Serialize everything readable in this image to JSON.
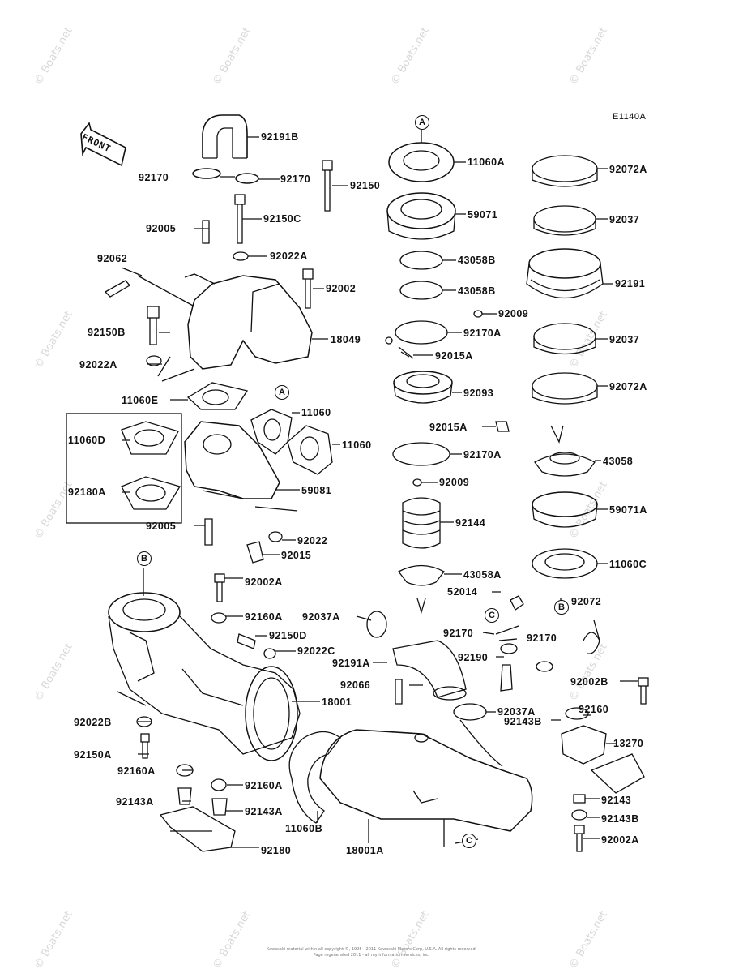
{
  "diagram_code": "E1140A",
  "front_label": "FRONT",
  "watermark": "© Boats.net",
  "copyright_line1": "Kawasaki material within all copyright ©, 1995 - 2011 Kawasaki Motors Corp, U.S.A. All rights reserved.",
  "copyright_line2": "Page regenerated 2011 - all my information services, inc.",
  "refs": {
    "a_top": "A",
    "a_mid": "A",
    "b_left": "B",
    "b_right": "B",
    "c_mid": "C",
    "c_bottom": "C"
  },
  "parts": [
    {
      "id": "p1",
      "label": "92191B"
    },
    {
      "id": "p2",
      "label": "92170"
    },
    {
      "id": "p3",
      "label": "92170"
    },
    {
      "id": "p4",
      "label": "92150"
    },
    {
      "id": "p5",
      "label": "92005"
    },
    {
      "id": "p6",
      "label": "92150C"
    },
    {
      "id": "p7",
      "label": "92062"
    },
    {
      "id": "p8",
      "label": "92022A"
    },
    {
      "id": "p9",
      "label": "92002"
    },
    {
      "id": "p10",
      "label": "92150B"
    },
    {
      "id": "p11",
      "label": "18049"
    },
    {
      "id": "p12",
      "label": "92022A"
    },
    {
      "id": "p13",
      "label": "11060E"
    },
    {
      "id": "p14",
      "label": "11060"
    },
    {
      "id": "p15",
      "label": "11060D"
    },
    {
      "id": "p16",
      "label": "11060"
    },
    {
      "id": "p17",
      "label": "92180A"
    },
    {
      "id": "p18",
      "label": "59081"
    },
    {
      "id": "p19",
      "label": "92005"
    },
    {
      "id": "p20",
      "label": "92022"
    },
    {
      "id": "p21",
      "label": "92015"
    },
    {
      "id": "p22",
      "label": "11060A"
    },
    {
      "id": "p23",
      "label": "59071"
    },
    {
      "id": "p24",
      "label": "43058B"
    },
    {
      "id": "p25",
      "label": "43058B"
    },
    {
      "id": "p26",
      "label": "92009"
    },
    {
      "id": "p27",
      "label": "92170A"
    },
    {
      "id": "p28",
      "label": "92015A"
    },
    {
      "id": "p29",
      "label": "92093"
    },
    {
      "id": "p30",
      "label": "92015A"
    },
    {
      "id": "p31",
      "label": "92170A"
    },
    {
      "id": "p32",
      "label": "92009"
    },
    {
      "id": "p33",
      "label": "92144"
    },
    {
      "id": "p34",
      "label": "43058A"
    },
    {
      "id": "p35",
      "label": "92072A"
    },
    {
      "id": "p36",
      "label": "92037"
    },
    {
      "id": "p37",
      "label": "92191"
    },
    {
      "id": "p38",
      "label": "92037"
    },
    {
      "id": "p39",
      "label": "92072A"
    },
    {
      "id": "p40",
      "label": "43058"
    },
    {
      "id": "p41",
      "label": "59071A"
    },
    {
      "id": "p42",
      "label": "11060C"
    },
    {
      "id": "p43",
      "label": "92072"
    },
    {
      "id": "p44",
      "label": "92002A"
    },
    {
      "id": "p45",
      "label": "92160A"
    },
    {
      "id": "p46",
      "label": "92150D"
    },
    {
      "id": "p47",
      "label": "92022C"
    },
    {
      "id": "p48",
      "label": "18001"
    },
    {
      "id": "p49",
      "label": "92022B"
    },
    {
      "id": "p50",
      "label": "92150A"
    },
    {
      "id": "p51",
      "label": "92160A"
    },
    {
      "id": "p52",
      "label": "92160A"
    },
    {
      "id": "p53",
      "label": "92143A"
    },
    {
      "id": "p54",
      "label": "92143A"
    },
    {
      "id": "p55",
      "label": "11060B"
    },
    {
      "id": "p56",
      "label": "92180"
    },
    {
      "id": "p57",
      "label": "18001A"
    },
    {
      "id": "p58",
      "label": "52014"
    },
    {
      "id": "p59",
      "label": "92037A"
    },
    {
      "id": "p60",
      "label": "92170"
    },
    {
      "id": "p61",
      "label": "92170"
    },
    {
      "id": "p62",
      "label": "92190"
    },
    {
      "id": "p63",
      "label": "92191A"
    },
    {
      "id": "p64",
      "label": "92066"
    },
    {
      "id": "p65",
      "label": "92037A"
    },
    {
      "id": "p66",
      "label": "92143B"
    },
    {
      "id": "p67",
      "label": "92002B"
    },
    {
      "id": "p68",
      "label": "92160"
    },
    {
      "id": "p69",
      "label": "13270"
    },
    {
      "id": "p70",
      "label": "92143"
    },
    {
      "id": "p71",
      "label": "92143B"
    },
    {
      "id": "p72",
      "label": "92002A"
    }
  ]
}
